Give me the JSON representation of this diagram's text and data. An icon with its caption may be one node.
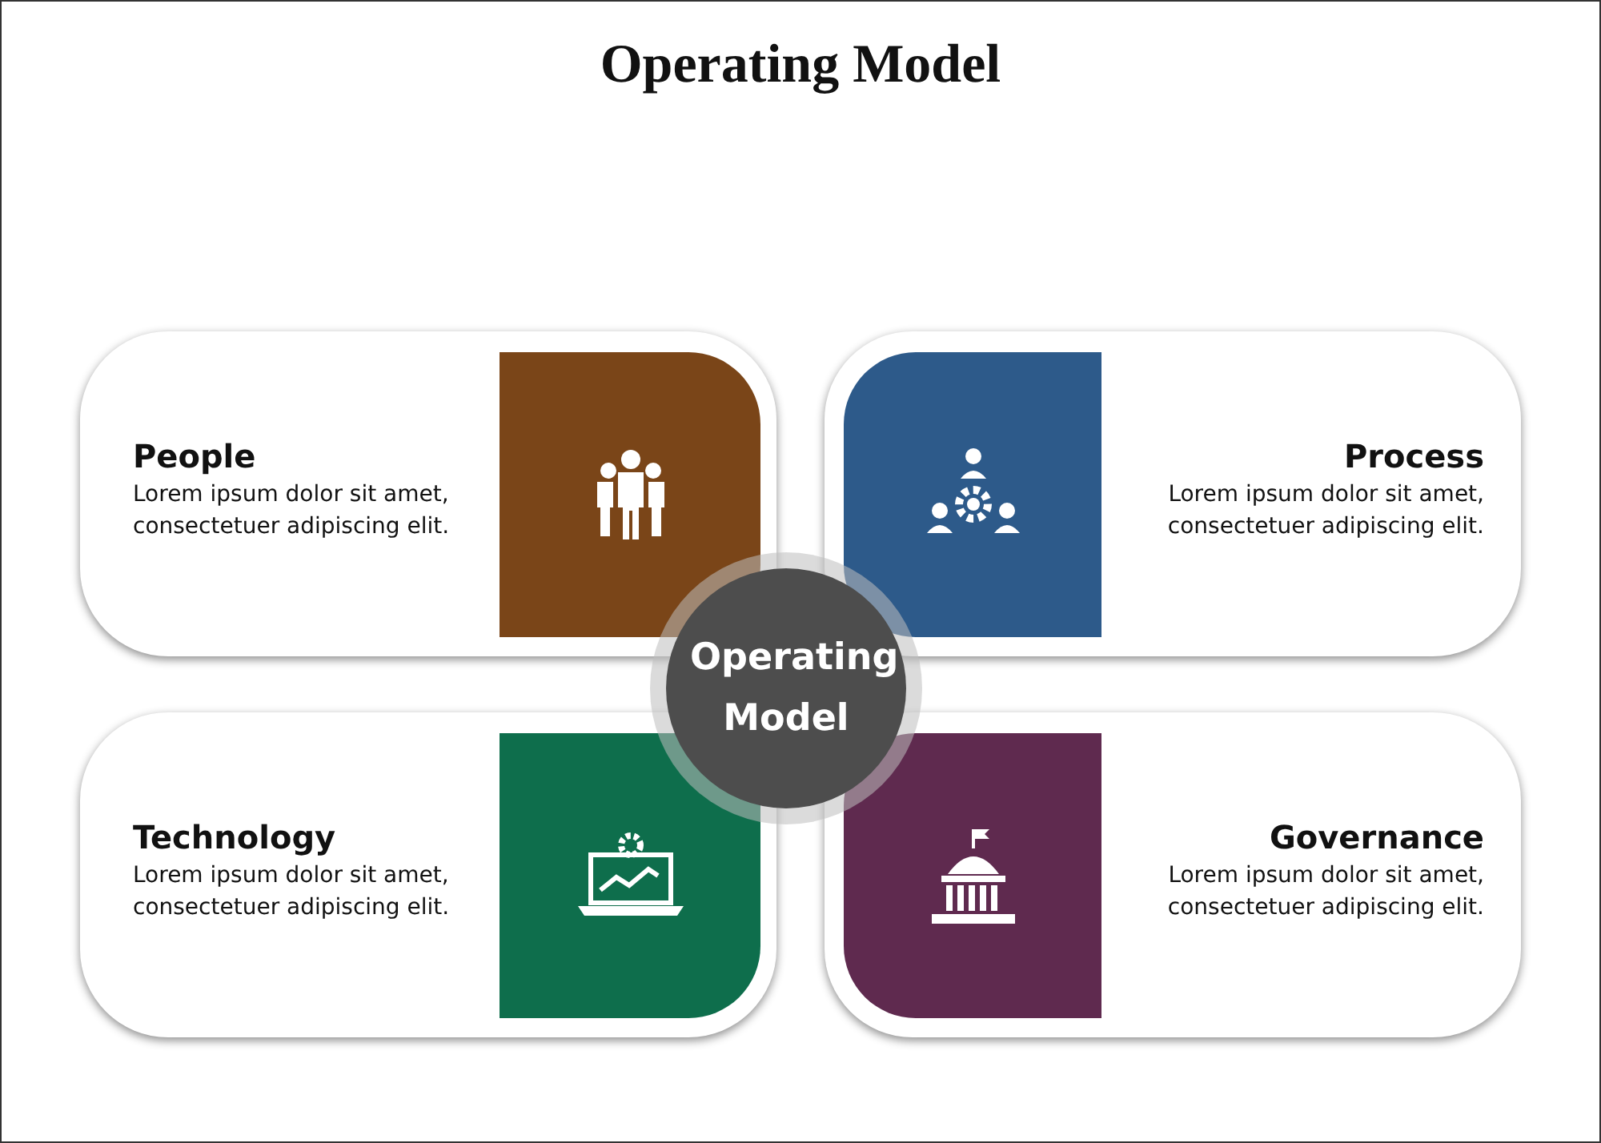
{
  "diagram": {
    "title": "Operating Model",
    "nodes": [
      {
        "text": [
          "People",
          "Lorem ipsum dolor sit amet, consectetuer adipiscing elit."
        ]
      },
      {
        "text": [
          "Process",
          "Lorem ipsum dolor sit amet, consectetuer adipiscing elit."
        ]
      },
      {
        "text": [
          "Operating Model"
        ]
      },
      {
        "text": [
          "Technology",
          "Lorem ipsum dolor sit amet, consectetuer adipiscing elit."
        ]
      },
      {
        "text": [
          "Governance",
          "Lorem ipsum dolor sit amet, consectetuer adipiscing elit."
        ]
      }
    ]
  }
}
